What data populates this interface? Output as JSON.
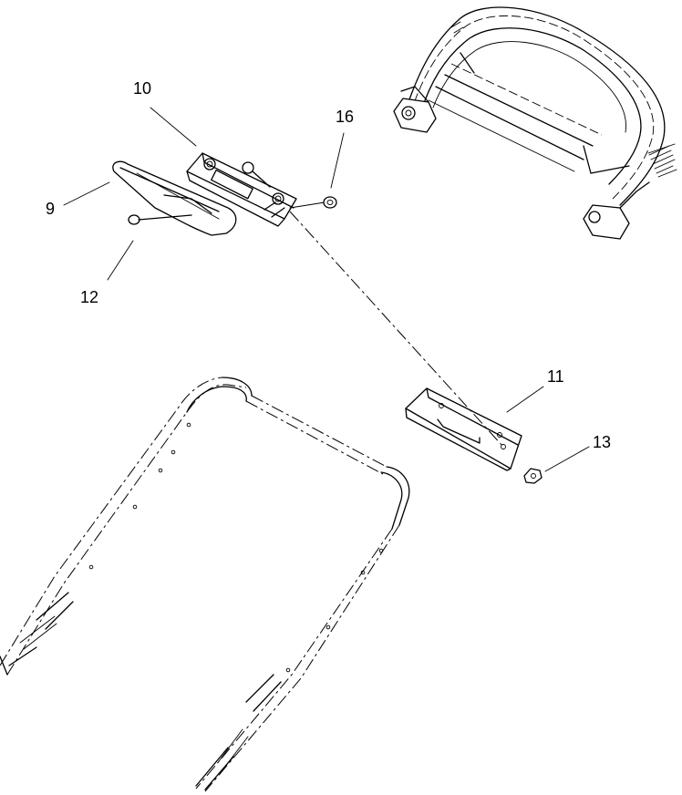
{
  "callouts": {
    "c9": "9",
    "c10": "10",
    "c11": "11",
    "c12": "12",
    "c13": "13",
    "c16": "16"
  }
}
